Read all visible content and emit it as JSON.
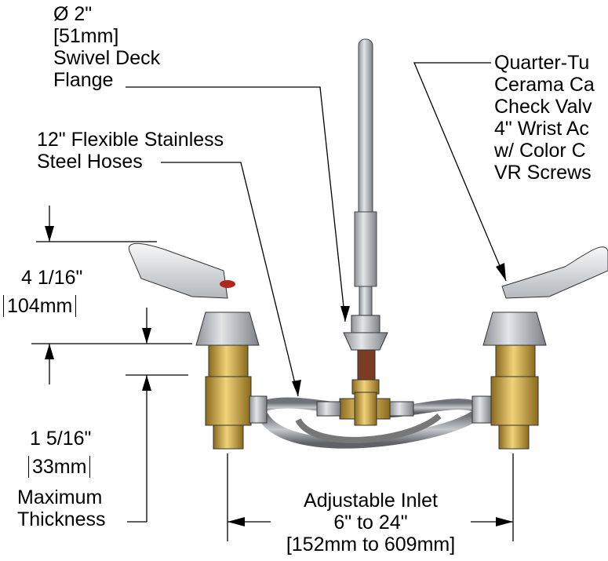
{
  "labels": {
    "flange": [
      "Ø 2\"",
      "[51mm]",
      "Swivel Deck",
      "Flange"
    ],
    "valve": [
      "Quarter-Tu",
      "Cerama Ca",
      "Check Valv",
      "4\" Wrist Ac",
      "w/ Color C",
      "VR Screws"
    ],
    "hoses": [
      "12\" Flexible Stainless",
      "Steel Hoses"
    ],
    "handle_height": [
      "4 1/16\"",
      "104mm"
    ],
    "thickness": [
      "1 5/16\"",
      "33mm",
      "Maximum",
      "Thickness"
    ],
    "inlet": [
      "Adjustable Inlet",
      "6\" to 24\"",
      "[152mm to 609mm]"
    ]
  },
  "colors": {
    "steel": "#b8bcc0",
    "brass": "#c9a13b",
    "brass_dark": "#8a6a1c",
    "hose": "#8d9196",
    "handle": "#e6e8ea"
  }
}
